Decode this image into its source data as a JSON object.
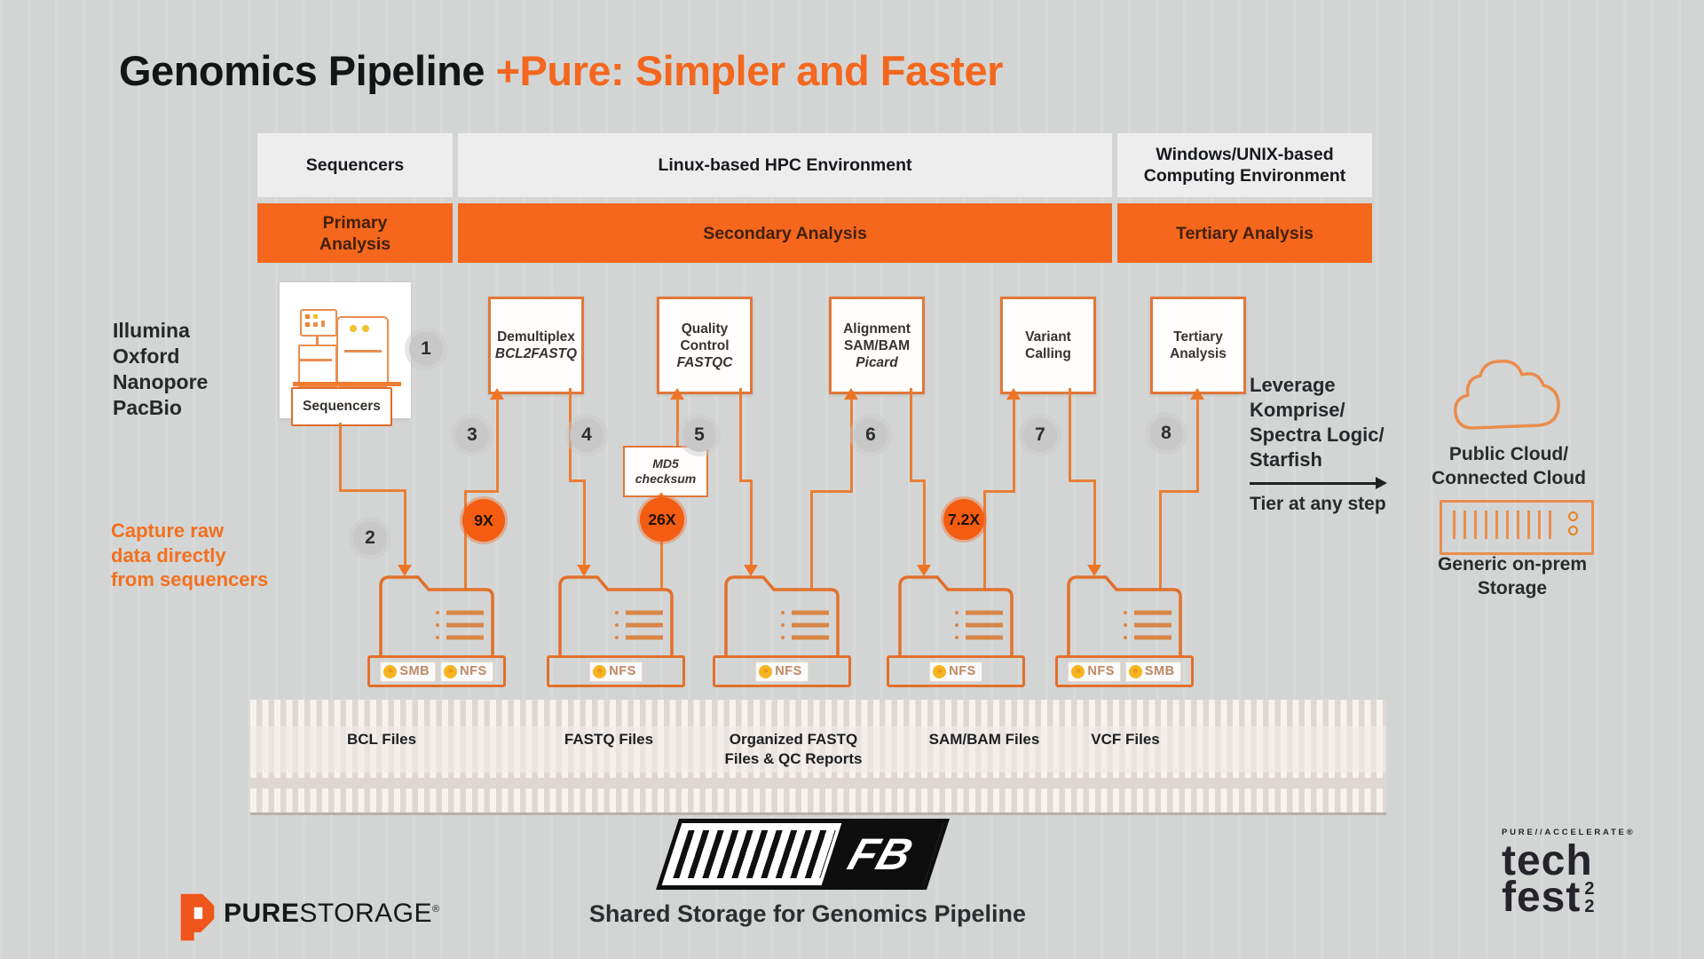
{
  "title": {
    "black": "Genomics Pipeline ",
    "orange": "+Pure: Simpler and Faster"
  },
  "colors": {
    "background": "#d6d8d7",
    "accent_orange": "#f3671e",
    "band_orange": "#f4671d",
    "line_orange": "#e97e36",
    "gray_circle": "#c7c8c7",
    "multiplier_orange": "#f45c11"
  },
  "env_columns": [
    {
      "lines": [
        "Sequencers",
        ""
      ]
    },
    {
      "lines": [
        "Linux-based HPC Environment",
        ""
      ]
    },
    {
      "lines": [
        "Windows/UNIX-based",
        "Computing Environment"
      ]
    }
  ],
  "analysis_columns": [
    {
      "lines": [
        "Primary",
        "Analysis"
      ]
    },
    {
      "lines": [
        "Secondary Analysis",
        ""
      ]
    },
    {
      "lines": [
        "Tertiary Analysis",
        ""
      ]
    }
  ],
  "left_panel": {
    "vendors": [
      "Illumina",
      "Oxford",
      "Nanopore",
      "PacBio"
    ],
    "capture_note": [
      "Capture raw",
      "data directly",
      "from sequencers"
    ]
  },
  "flow": {
    "sequencers_label": "Sequencers",
    "step_numbers": [
      "1",
      "2",
      "3",
      "4",
      "5",
      "6",
      "7",
      "8"
    ],
    "multipliers": [
      "9X",
      "26X",
      "7.2X"
    ],
    "md5": [
      "MD5",
      "checksum"
    ],
    "boxes": [
      {
        "lines": [
          "Demultiplex",
          ""
        ],
        "tool": "BCL2FASTQ"
      },
      {
        "lines": [
          "Quality",
          "Control"
        ],
        "tool": "FASTQC"
      },
      {
        "lines": [
          "Alignment",
          "SAM/BAM"
        ],
        "tool": "Picard"
      },
      {
        "lines": [
          "Variant",
          "Calling"
        ],
        "tool": ""
      },
      {
        "lines": [
          "Tertiary",
          "Analysis"
        ],
        "tool": ""
      }
    ],
    "folders": [
      {
        "badges": [
          "SMB",
          "NFS"
        ]
      },
      {
        "badges": [
          "NFS"
        ]
      },
      {
        "badges": [
          "NFS"
        ]
      },
      {
        "badges": [
          "NFS"
        ]
      },
      {
        "badges": [
          "NFS",
          "SMB"
        ]
      }
    ],
    "badge_icon": "»"
  },
  "file_labels": [
    {
      "lines": [
        "BCL Files",
        ""
      ]
    },
    {
      "lines": [
        "FASTQ Files",
        ""
      ]
    },
    {
      "lines": [
        "Organized FASTQ",
        "Files & QC Reports"
      ]
    },
    {
      "lines": [
        "SAM/BAM Files",
        ""
      ]
    },
    {
      "lines": [
        "VCF Files",
        ""
      ]
    }
  ],
  "right_panel": {
    "tiering_lines": [
      "Leverage",
      "Komprise/",
      "Spectra Logic/",
      "Starfish"
    ],
    "tier_note": "Tier at any step",
    "cloud_label": [
      "Public Cloud/",
      "Connected Cloud"
    ],
    "onprem_label": [
      "Generic on-prem",
      "Storage"
    ]
  },
  "footer": {
    "fb": "FB",
    "caption": "Shared Storage for Genomics Pipeline",
    "pure": "PURE",
    "storage": "STORAGE",
    "reg": "®",
    "event_top": "PURE//ACCELERATE®",
    "event_line1": "tech",
    "event_line2": "fest",
    "event_digits": [
      "2",
      "2"
    ]
  }
}
